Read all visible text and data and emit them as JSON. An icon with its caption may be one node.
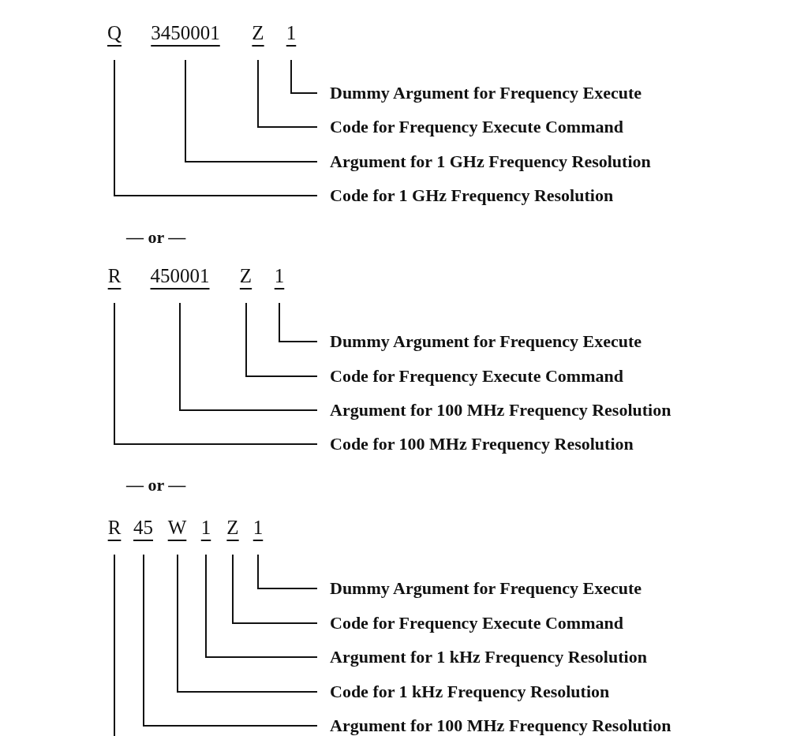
{
  "diagram": {
    "nodes": [
      {
        "text": [
          "Q"
        ]
      },
      {
        "text": [
          "3450001"
        ]
      },
      {
        "text": [
          "Z"
        ]
      },
      {
        "text": [
          "1"
        ]
      },
      {
        "text": [
          "Dummy Argument for Frequency Execute"
        ]
      },
      {
        "text": [
          "Code for Frequency Execute Command"
        ]
      },
      {
        "text": [
          "Argument for 1 GHz Frequency Resolution"
        ]
      },
      {
        "text": [
          "Code for 1 GHz Frequency Resolution"
        ]
      },
      {
        "text": [
          "R"
        ]
      },
      {
        "text": [
          "450001"
        ]
      },
      {
        "text": [
          "Z"
        ]
      },
      {
        "text": [
          "1"
        ]
      },
      {
        "text": [
          "Dummy Argument for Frequency Execute"
        ]
      },
      {
        "text": [
          "Code for Frequency Execute Command"
        ]
      },
      {
        "text": [
          "Argument for 100 MHz Frequency Resolution"
        ]
      },
      {
        "text": [
          "Code for 100 MHz Frequency Resolution"
        ]
      },
      {
        "text": [
          "R"
        ]
      },
      {
        "text": [
          "45"
        ]
      },
      {
        "text": [
          "W"
        ]
      },
      {
        "text": [
          "1"
        ]
      },
      {
        "text": [
          "Z"
        ]
      },
      {
        "text": [
          "1"
        ]
      },
      {
        "text": [
          "Dummy Argument for Frequency Execute"
        ]
      },
      {
        "text": [
          "Code for Frequency Execute Command"
        ]
      },
      {
        "text": [
          "Argument for 1 kHz Frequency Resolution"
        ]
      },
      {
        "text": [
          "Code for 1 kHz Frequency Resolution"
        ]
      },
      {
        "text": [
          "Argument for 100 MHz Frequency Resolution"
        ]
      }
    ],
    "edges": [
      {
        "from": 3,
        "to": 4,
        "arrow": "none"
      },
      {
        "from": 2,
        "to": 5,
        "arrow": "none"
      },
      {
        "from": 1,
        "to": 6,
        "arrow": "none"
      },
      {
        "from": 0,
        "to": 7,
        "arrow": "none"
      },
      {
        "from": 11,
        "to": 12,
        "arrow": "none"
      },
      {
        "from": 10,
        "to": 13,
        "arrow": "none"
      },
      {
        "from": 9,
        "to": 14,
        "arrow": "none"
      },
      {
        "from": 8,
        "to": 15,
        "arrow": "none"
      },
      {
        "from": 21,
        "to": 22,
        "arrow": "none"
      },
      {
        "from": 20,
        "to": 23,
        "arrow": "none"
      },
      {
        "from": 19,
        "to": 24,
        "arrow": "none"
      },
      {
        "from": 18,
        "to": 25,
        "arrow": "none"
      },
      {
        "from": 17,
        "to": 26,
        "arrow": "none"
      },
      {
        "from": 16,
        "to": null,
        "arrow": "none"
      }
    ],
    "labels": [
      "— or —",
      "— or —"
    ]
  }
}
